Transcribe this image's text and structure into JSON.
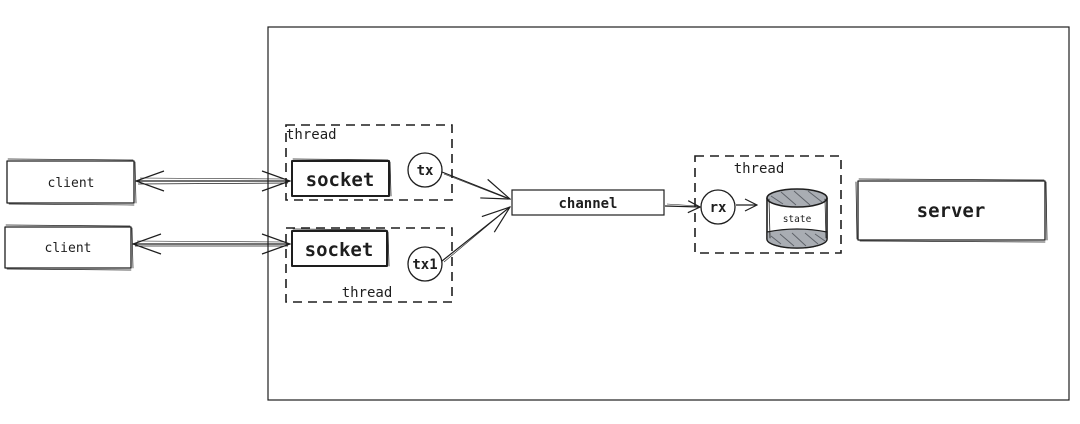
{
  "diagram": {
    "clients": [
      {
        "label": "client"
      },
      {
        "label": "client"
      }
    ],
    "thread_top": {
      "label": "thread",
      "socket": "socket",
      "sender": "tx"
    },
    "thread_bottom": {
      "label": "thread",
      "socket": "socket",
      "sender": "tx1"
    },
    "channel": {
      "label": "channel"
    },
    "thread_right": {
      "label": "thread",
      "receiver": "rx",
      "state": "state"
    },
    "server": {
      "label": "server"
    }
  },
  "colors": {
    "stroke": "#1e1e1e",
    "background": "#ffffff",
    "state_fill": "#a9adb3"
  }
}
